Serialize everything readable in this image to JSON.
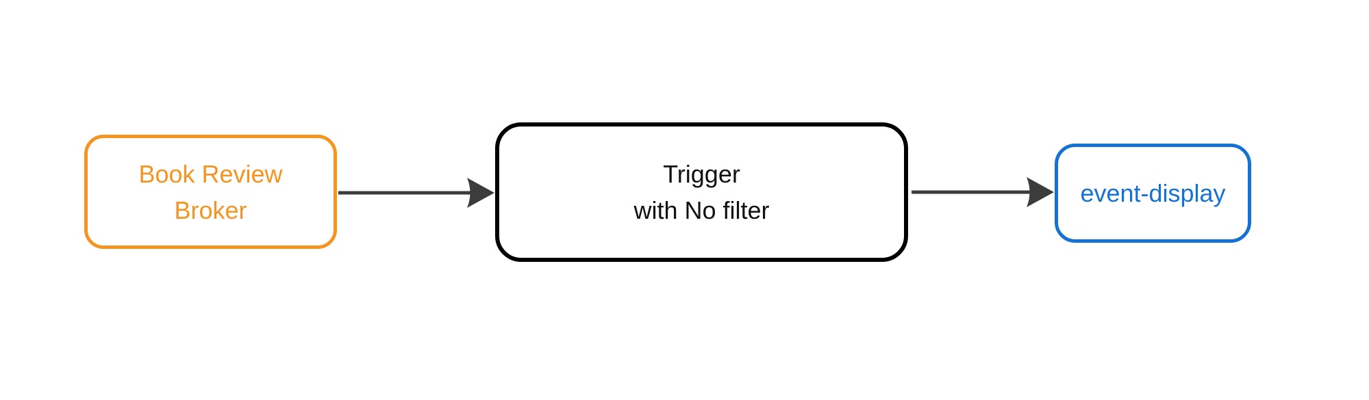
{
  "diagram": {
    "type": "flowchart",
    "background_color": "#ffffff",
    "arrow_color": "#3c3c3c",
    "nodes": {
      "broker": {
        "label": "Book Review Broker",
        "lines": [
          "Book Review",
          "Broker"
        ],
        "border_color": "#f59420",
        "text_color": "#f59420"
      },
      "trigger": {
        "label": "Trigger with No filter",
        "lines": [
          "Trigger",
          "with No filter"
        ],
        "border_color": "#000000",
        "text_color": "#111111"
      },
      "event_display": {
        "label": "event-display",
        "lines": [
          "event-display"
        ],
        "border_color": "#1571d2",
        "text_color": "#1571d2"
      }
    },
    "edges": [
      {
        "from": "Book Review Broker",
        "to": "Trigger with No filter"
      },
      {
        "from": "Trigger with No filter",
        "to": "event-display"
      }
    ]
  }
}
